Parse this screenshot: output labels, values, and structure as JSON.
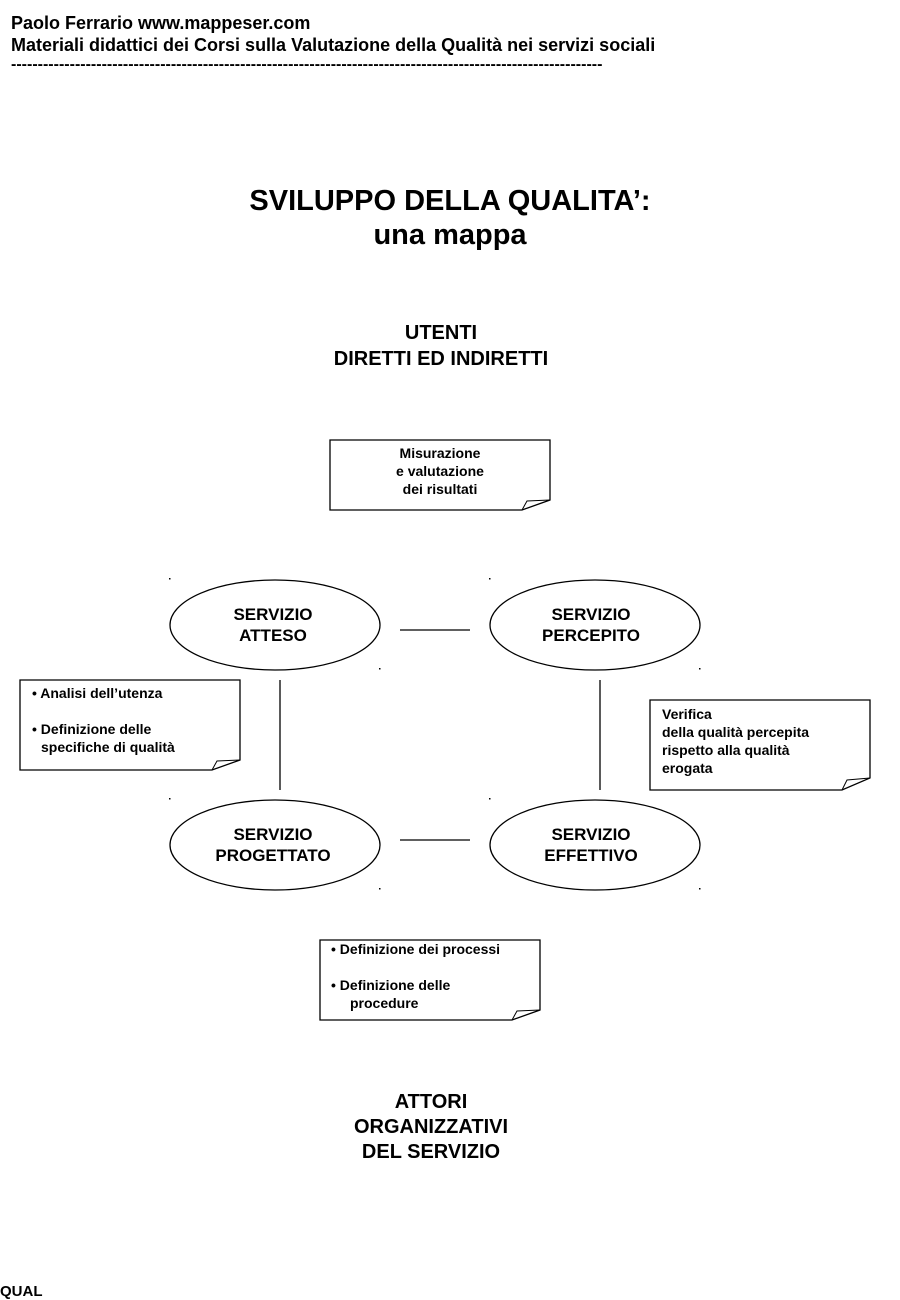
{
  "header": {
    "line1": "Paolo Ferrario www.mappeser.com",
    "line2": "Materiali didattici dei Corsi sulla Valutazione della Qualità nei servizi sociali",
    "rule": "---------------------------------------------------------------------------------------------------------------"
  },
  "title": {
    "line1": "SVILUPPO DELLA QUALITA’:",
    "line2": "una mappa"
  },
  "top_group": {
    "line1": "UTENTI",
    "line2": "DIRETTI ED INDIRETTI"
  },
  "bottom_group": {
    "line1": "ATTORI",
    "line2": "ORGANIZZATIVI",
    "line3": "DEL SERVIZIO"
  },
  "ellipses": {
    "atteso": {
      "line1": "SERVIZIO",
      "line2": "ATTESO"
    },
    "percepito": {
      "line1": "SERVIZIO",
      "line2": "PERCEPITO"
    },
    "progettato": {
      "line1": "SERVIZIO",
      "line2": "PROGETTATO"
    },
    "effettivo": {
      "line1": "SERVIZIO",
      "line2": "EFFETTIVO"
    }
  },
  "notes": {
    "misurazione": {
      "line1": "Misurazione",
      "line2": "e valutazione",
      "line3": "dei risultati"
    },
    "analisi": {
      "item1": "•  Analisi dell’utenza",
      "item2_line1": "• Definizione delle",
      "item2_line2": "  specifiche di qualità"
    },
    "verifica": {
      "line1": "Verifica",
      "line2": "della qualità percepita",
      "line3": "rispetto alla qualità",
      "line4": "erogata"
    },
    "processi": {
      "item1": "• Definizione dei processi",
      "item2_line1": "• Definizione delle",
      "item2_line2": "   procedure"
    }
  },
  "footer": "QUAL"
}
